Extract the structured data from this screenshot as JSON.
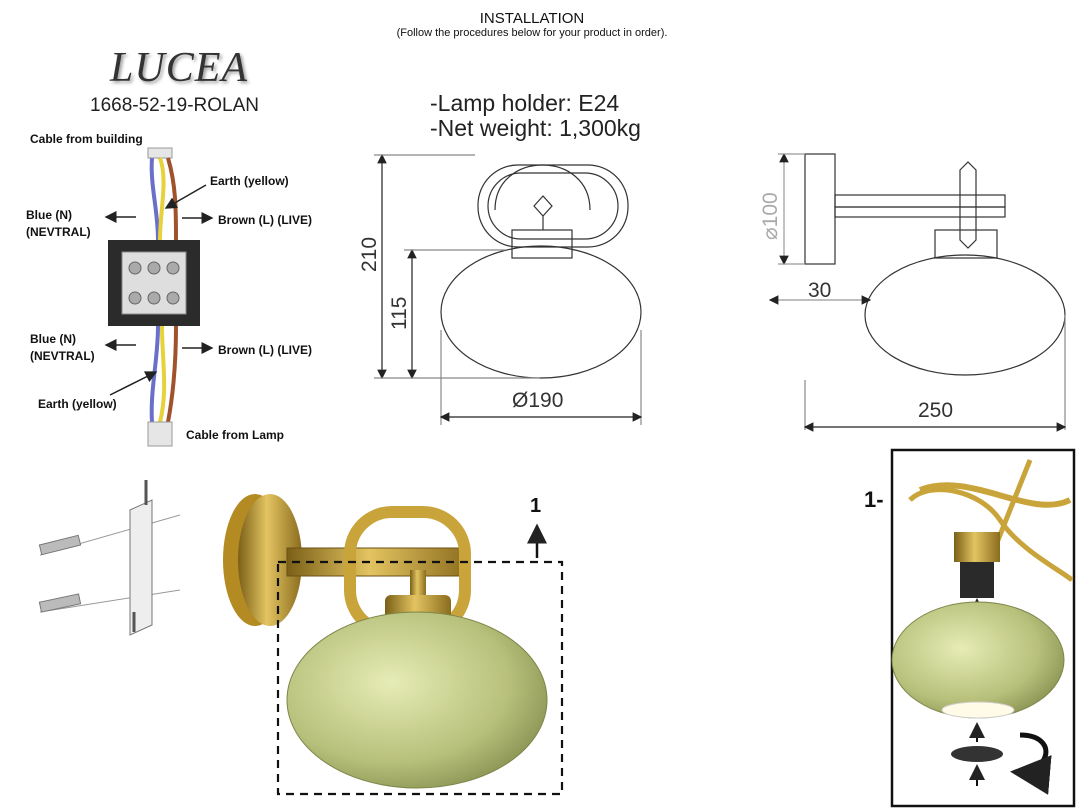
{
  "header": {
    "title": "INSTALLATION",
    "subtitle": "(Follow the procedures below for your product in order)."
  },
  "product": {
    "brand": "LUCEA",
    "model": "1668-52-19-ROLAN",
    "specs": [
      "-Lamp holder: E24",
      "-Net weight: 1,300kg"
    ]
  },
  "wiring": {
    "top": {
      "cable": "Cable from building",
      "earth": "Earth (yellow)",
      "blue_line1": "Blue (N)",
      "blue_line2": "(NEVTRAL)",
      "brown": "Brown (L) (LIVE)"
    },
    "bottom": {
      "blue_line1": "Blue (N)",
      "blue_line2": "(NEVTRAL)",
      "brown": "Brown (L) (LIVE)",
      "earth": "Earth (yellow)",
      "cable": "Cable from Lamp"
    },
    "colors": {
      "brown": "#a0522d",
      "blue": "#6a6fc9",
      "yellow": "#e6d23a",
      "sleeve": "#e6e6e6"
    }
  },
  "front_dims": {
    "total_height": "210",
    "shade_height": "115",
    "diameter": "Ø190"
  },
  "side_dims": {
    "plate_diameter": "100",
    "plate_depth": "30",
    "projection": "250"
  },
  "steps": {
    "main_step_number": "1",
    "detail_step_label": "1-"
  },
  "colors": {
    "brass": "#c9a43a",
    "glass": "#b7c07a",
    "line": "#333333"
  }
}
